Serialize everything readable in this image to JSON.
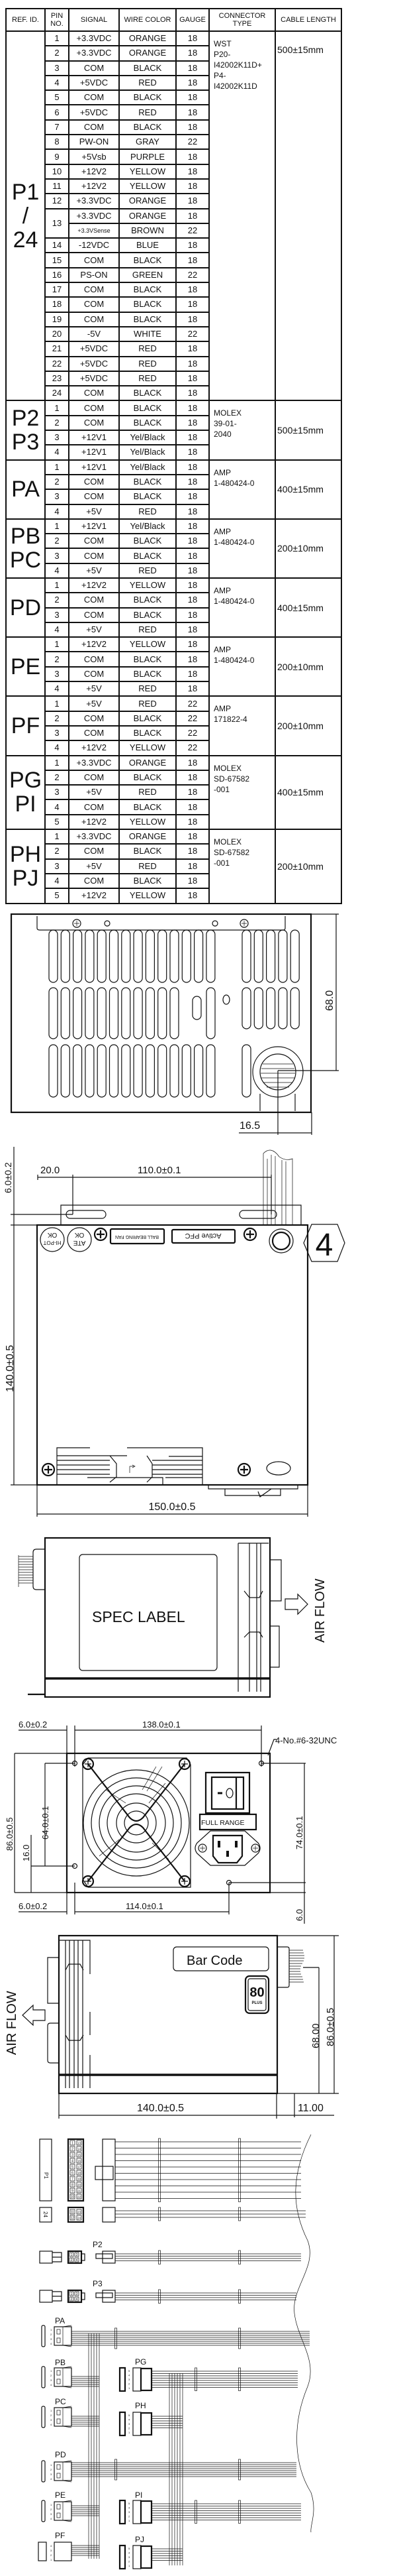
{
  "table": {
    "headers": {
      "ref": "REF. ID.",
      "pin": "PIN NO.",
      "signal": "SIGNAL",
      "color": "WIRE COLOR",
      "gauge": "GAUGE",
      "connector": "CONNECTOR TYPE",
      "cable": "CABLE LENGTH"
    },
    "groups": [
      {
        "ref": "P1\n/\n24",
        "connector": "WST\nP20-\nI42002K11D+\nP4-\nI42002K11D",
        "cable": "500±15mm",
        "cable_top": true,
        "rows": [
          {
            "pin": "1",
            "signal": "+3.3VDC",
            "color": "ORANGE",
            "gauge": "18"
          },
          {
            "pin": "2",
            "signal": "+3.3VDC",
            "color": "ORANGE",
            "gauge": "18"
          },
          {
            "pin": "3",
            "signal": "COM",
            "color": "BLACK",
            "gauge": "18"
          },
          {
            "pin": "4",
            "signal": "+5VDC",
            "color": "RED",
            "gauge": "18"
          },
          {
            "pin": "5",
            "signal": "COM",
            "color": "BLACK",
            "gauge": "18"
          },
          {
            "pin": "6",
            "signal": "+5VDC",
            "color": "RED",
            "gauge": "18"
          },
          {
            "pin": "7",
            "signal": "COM",
            "color": "BLACK",
            "gauge": "18"
          },
          {
            "pin": "8",
            "signal": "PW-ON",
            "color": "GRAY",
            "gauge": "22"
          },
          {
            "pin": "9",
            "signal": "+5Vsb",
            "color": "PURPLE",
            "gauge": "18"
          },
          {
            "pin": "10",
            "signal": "+12V2",
            "color": "YELLOW",
            "gauge": "18"
          },
          {
            "pin": "11",
            "signal": "+12V2",
            "color": "YELLOW",
            "gauge": "18"
          },
          {
            "pin": "12",
            "signal": "+3.3VDC",
            "color": "ORANGE",
            "gauge": "18"
          },
          {
            "pin": "13",
            "pin_span": 2,
            "signal": "+3.3VDC",
            "color": "ORANGE",
            "gauge": "18"
          },
          {
            "pin": null,
            "signal": "+3.3VSense",
            "color": "BROWN",
            "gauge": "22"
          },
          {
            "pin": "14",
            "signal": "-12VDC",
            "color": "BLUE",
            "gauge": "18"
          },
          {
            "pin": "15",
            "signal": "COM",
            "color": "BLACK",
            "gauge": "18"
          },
          {
            "pin": "16",
            "signal": "PS-ON",
            "color": "GREEN",
            "gauge": "22"
          },
          {
            "pin": "17",
            "signal": "COM",
            "color": "BLACK",
            "gauge": "18"
          },
          {
            "pin": "18",
            "signal": "COM",
            "color": "BLACK",
            "gauge": "18"
          },
          {
            "pin": "19",
            "signal": "COM",
            "color": "BLACK",
            "gauge": "18"
          },
          {
            "pin": "20",
            "signal": "-5V",
            "color": "WHITE",
            "gauge": "22"
          },
          {
            "pin": "21",
            "signal": "+5VDC",
            "color": "RED",
            "gauge": "18"
          },
          {
            "pin": "22",
            "signal": "+5VDC",
            "color": "RED",
            "gauge": "18"
          },
          {
            "pin": "23",
            "signal": "+5VDC",
            "color": "RED",
            "gauge": "18"
          },
          {
            "pin": "24",
            "signal": "COM",
            "color": "BLACK",
            "gauge": "18"
          }
        ]
      },
      {
        "ref": "P2\nP3",
        "connector": "MOLEX\n39-01-\n2040",
        "cable": "500±15mm",
        "rows": [
          {
            "pin": "1",
            "signal": "COM",
            "color": "BLACK",
            "gauge": "18"
          },
          {
            "pin": "2",
            "signal": "COM",
            "color": "BLACK",
            "gauge": "18"
          },
          {
            "pin": "3",
            "signal": "+12V1",
            "color": "Yel/Black",
            "gauge": "18"
          },
          {
            "pin": "4",
            "signal": "+12V1",
            "color": "Yel/Black",
            "gauge": "18"
          }
        ]
      },
      {
        "ref": "PA",
        "connector": "AMP\n1-480424-0",
        "cable": "400±15mm",
        "rows": [
          {
            "pin": "1",
            "signal": "+12V1",
            "color": "Yel/Black",
            "gauge": "18"
          },
          {
            "pin": "2",
            "signal": "COM",
            "color": "BLACK",
            "gauge": "18"
          },
          {
            "pin": "3",
            "signal": "COM",
            "color": "BLACK",
            "gauge": "18"
          },
          {
            "pin": "4",
            "signal": "+5V",
            "color": "RED",
            "gauge": "18"
          }
        ]
      },
      {
        "ref": "PB\nPC",
        "connector": "AMP\n1-480424-0",
        "cable": "200±10mm",
        "rows": [
          {
            "pin": "1",
            "signal": "+12V1",
            "color": "Yel/Black",
            "gauge": "18"
          },
          {
            "pin": "2",
            "signal": "COM",
            "color": "BLACK",
            "gauge": "18"
          },
          {
            "pin": "3",
            "signal": "COM",
            "color": "BLACK",
            "gauge": "18"
          },
          {
            "pin": "4",
            "signal": "+5V",
            "color": "RED",
            "gauge": "18"
          }
        ]
      },
      {
        "ref": "PD",
        "connector": "AMP\n1-480424-0",
        "cable": "400±15mm",
        "rows": [
          {
            "pin": "1",
            "signal": "+12V2",
            "color": "YELLOW",
            "gauge": "18"
          },
          {
            "pin": "2",
            "signal": "COM",
            "color": "BLACK",
            "gauge": "18"
          },
          {
            "pin": "3",
            "signal": "COM",
            "color": "BLACK",
            "gauge": "18"
          },
          {
            "pin": "4",
            "signal": "+5V",
            "color": "RED",
            "gauge": "18"
          }
        ]
      },
      {
        "ref": "PE",
        "connector": "AMP\n1-480424-0",
        "cable": "200±10mm",
        "rows": [
          {
            "pin": "1",
            "signal": "+12V2",
            "color": "YELLOW",
            "gauge": "18"
          },
          {
            "pin": "2",
            "signal": "COM",
            "color": "BLACK",
            "gauge": "18"
          },
          {
            "pin": "3",
            "signal": "COM",
            "color": "BLACK",
            "gauge": "18"
          },
          {
            "pin": "4",
            "signal": "+5V",
            "color": "RED",
            "gauge": "18"
          }
        ]
      },
      {
        "ref": "PF",
        "connector": "AMP\n171822-4",
        "cable": "200±10mm",
        "rows": [
          {
            "pin": "1",
            "signal": "+5V",
            "color": "RED",
            "gauge": "22"
          },
          {
            "pin": "2",
            "signal": "COM",
            "color": "BLACK",
            "gauge": "22"
          },
          {
            "pin": "3",
            "signal": "COM",
            "color": "BLACK",
            "gauge": "22"
          },
          {
            "pin": "4",
            "signal": "+12V2",
            "color": "YELLOW",
            "gauge": "22"
          }
        ]
      },
      {
        "ref": "PG\nPI",
        "connector": "MOLEX\nSD-67582\n-001",
        "cable": "400±15mm",
        "rows": [
          {
            "pin": "1",
            "signal": "+3.3VDC",
            "color": "ORANGE",
            "gauge": "18"
          },
          {
            "pin": "2",
            "signal": "COM",
            "color": "BLACK",
            "gauge": "18"
          },
          {
            "pin": "3",
            "signal": "+5V",
            "color": "RED",
            "gauge": "18"
          },
          {
            "pin": "4",
            "signal": "COM",
            "color": "BLACK",
            "gauge": "18"
          },
          {
            "pin": "5",
            "signal": "+12V2",
            "color": "YELLOW",
            "gauge": "18"
          }
        ]
      },
      {
        "ref": "PH\nPJ",
        "connector": "MOLEX\nSD-67582\n-001",
        "cable": "200±10mm",
        "rows": [
          {
            "pin": "1",
            "signal": "+3.3VDC",
            "color": "ORANGE",
            "gauge": "18"
          },
          {
            "pin": "2",
            "signal": "COM",
            "color": "BLACK",
            "gauge": "18"
          },
          {
            "pin": "3",
            "signal": "+5V",
            "color": "RED",
            "gauge": "18"
          },
          {
            "pin": "4",
            "signal": "COM",
            "color": "BLACK",
            "gauge": "18"
          },
          {
            "pin": "5",
            "signal": "+12V2",
            "color": "YELLOW",
            "gauge": "18"
          }
        ]
      }
    ]
  },
  "bottom_view": {
    "dim_height": "68.0",
    "dim_offset": "16.5"
  },
  "top_view": {
    "dim_left_offset": "20.0",
    "dim_hole_spacing": "110.0±0.1",
    "dim_top_offset": "6.0±0.2",
    "dim_depth": "140.0±0.5",
    "dim_width": "150.0±0.5",
    "callout": "4",
    "label_fan": "BALL BEARING FAN",
    "label_pfc": "Active PFC",
    "stamp_ate": "ATE",
    "stamp_ate_ok": "OK",
    "stamp_hipot": "HI-POT",
    "stamp_hipot_ok": "OK"
  },
  "side_view": {
    "spec_label": "SPEC LABEL",
    "airflow": "AIR FLOW"
  },
  "rear_view": {
    "dim_left": "6.0±0.2",
    "dim_hole_spacing": "138.0±0.1",
    "screw_note": "4-No.#6-32UNC",
    "switch_label": "FULL RANGE",
    "dim_height": "86.0±0.5",
    "dim_low": "16.0",
    "dim_hole_vertical": "64.0±0.1",
    "dim_right_vertical": "74.0±0.1",
    "dim_bottom_left": "6.0±0.2",
    "dim_bottom_spacing": "114.0±0.1",
    "dim_bottom_right": "6.0"
  },
  "other_side_view": {
    "barcode": "Bar Code",
    "badge_number": "80",
    "badge_text": "PLUS",
    "airflow": "AIR FLOW",
    "dim_cable_height": "68.00",
    "dim_height": "86.0±0.5",
    "dim_length": "140.0±0.5",
    "dim_cable_offset": "11.00"
  },
  "harness": {
    "p1_label": "P1",
    "p24_label": "24",
    "p1_pins_left": [
      "1",
      "2",
      "3",
      "4",
      "5",
      "6",
      "7",
      "8",
      "9",
      "10"
    ],
    "p1_pins_right": [
      "13",
      "14",
      "15",
      "16",
      "17",
      "18",
      "19",
      "20",
      "21",
      "22"
    ],
    "p4_pins_left": [
      "11",
      "12"
    ],
    "p4_pins_right": [
      "23",
      "24"
    ],
    "molex_pins": [
      "1",
      "3",
      "2",
      "4"
    ],
    "labels": {
      "p2": "P2",
      "p3": "P3",
      "pa": "PA",
      "pb": "PB",
      "pc": "PC",
      "pd": "PD",
      "pe": "PE",
      "pf": "PF",
      "pg": "PG",
      "ph": "PH",
      "pi": "PI",
      "pj": "PJ"
    },
    "pin_numbers_4": [
      "1",
      "2",
      "3",
      "4"
    ],
    "pin_numbers_5": [
      "5",
      "4",
      "3",
      "2",
      "1"
    ]
  }
}
